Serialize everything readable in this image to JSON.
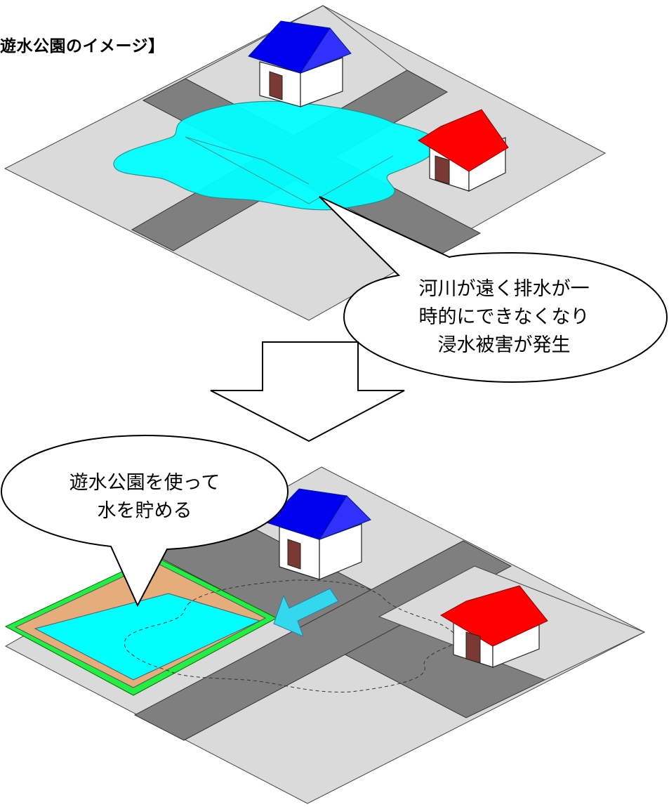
{
  "title": "遊水公園のイメージ】",
  "callout_top": {
    "line1": "河川が遠く排水が一",
    "line2": "時的にできなくなり",
    "line3": "浸水被害が発生"
  },
  "callout_bottom": {
    "line1": "遊水公園を使って",
    "line2": "水を貯める"
  },
  "colors": {
    "ground": "#dadada",
    "road": "#7f7f7f",
    "flood_water": "#00ffff",
    "pond_water": "#00ffff",
    "pond_slope": "#e6ad7c",
    "pond_rim": "#22ee44",
    "roof_blue": "#0000ee",
    "roof_red": "#ff0000",
    "door": "#7a3a33"
  }
}
